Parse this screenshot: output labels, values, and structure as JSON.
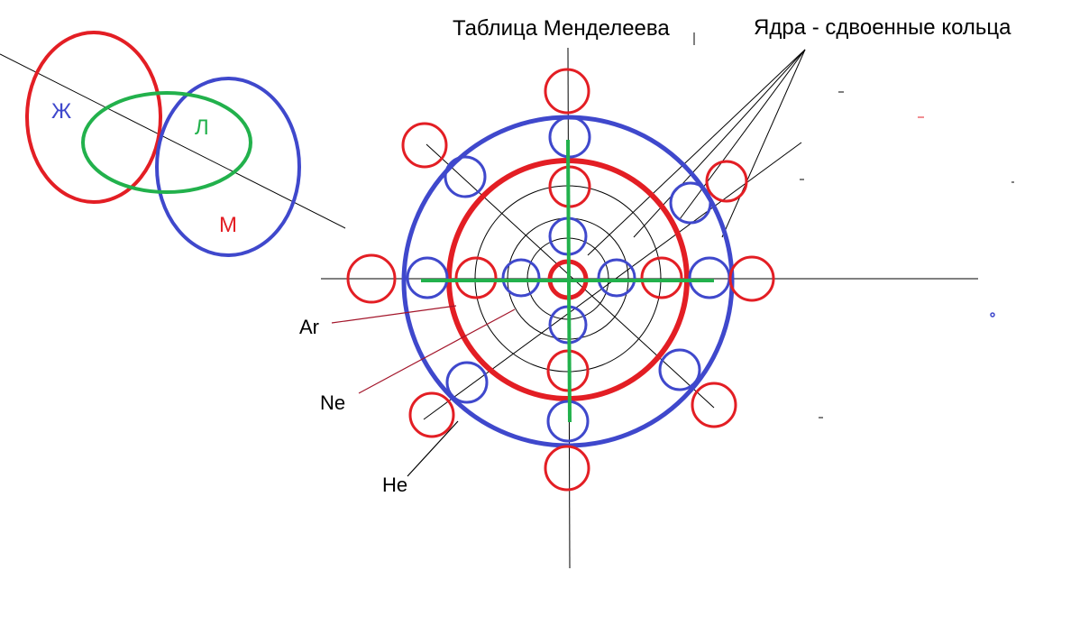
{
  "title": "Таблица Менделеева",
  "nuclei_label": "Ядра - сдвоенные кольца",
  "elements": {
    "ar": "Ar",
    "ne": "Ne",
    "he": "He"
  },
  "venn": {
    "zh": "Ж",
    "l": "Л",
    "m": "М"
  },
  "colors": {
    "red": "#e31e24",
    "blue": "#3f48cc",
    "green": "#22b14c",
    "black": "#000000"
  }
}
